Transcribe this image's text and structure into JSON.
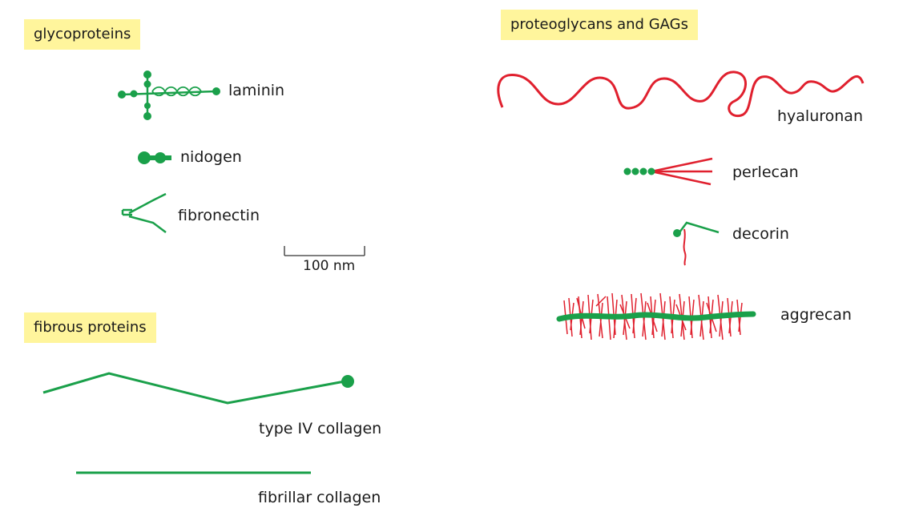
{
  "categories": {
    "glycoproteins": "glycoproteins",
    "fibrous": "fibrous proteins",
    "proteoglycans": "proteoglycans and GAGs"
  },
  "molecules": {
    "laminin": "laminin",
    "nidogen": "nidogen",
    "fibronectin": "fibronectin",
    "type_iv_collagen": "type IV collagen",
    "fibrillar_collagen": "fibrillar collagen",
    "hyaluronan": "hyaluronan",
    "perlecan": "perlecan",
    "decorin": "decorin",
    "aggrecan": "aggrecan"
  },
  "scale_bar": {
    "label": "100 nm"
  },
  "colors": {
    "protein": "#1aa04a",
    "glycosaminoglycan": "#e0202e",
    "category_highlight": "#fff59c"
  }
}
